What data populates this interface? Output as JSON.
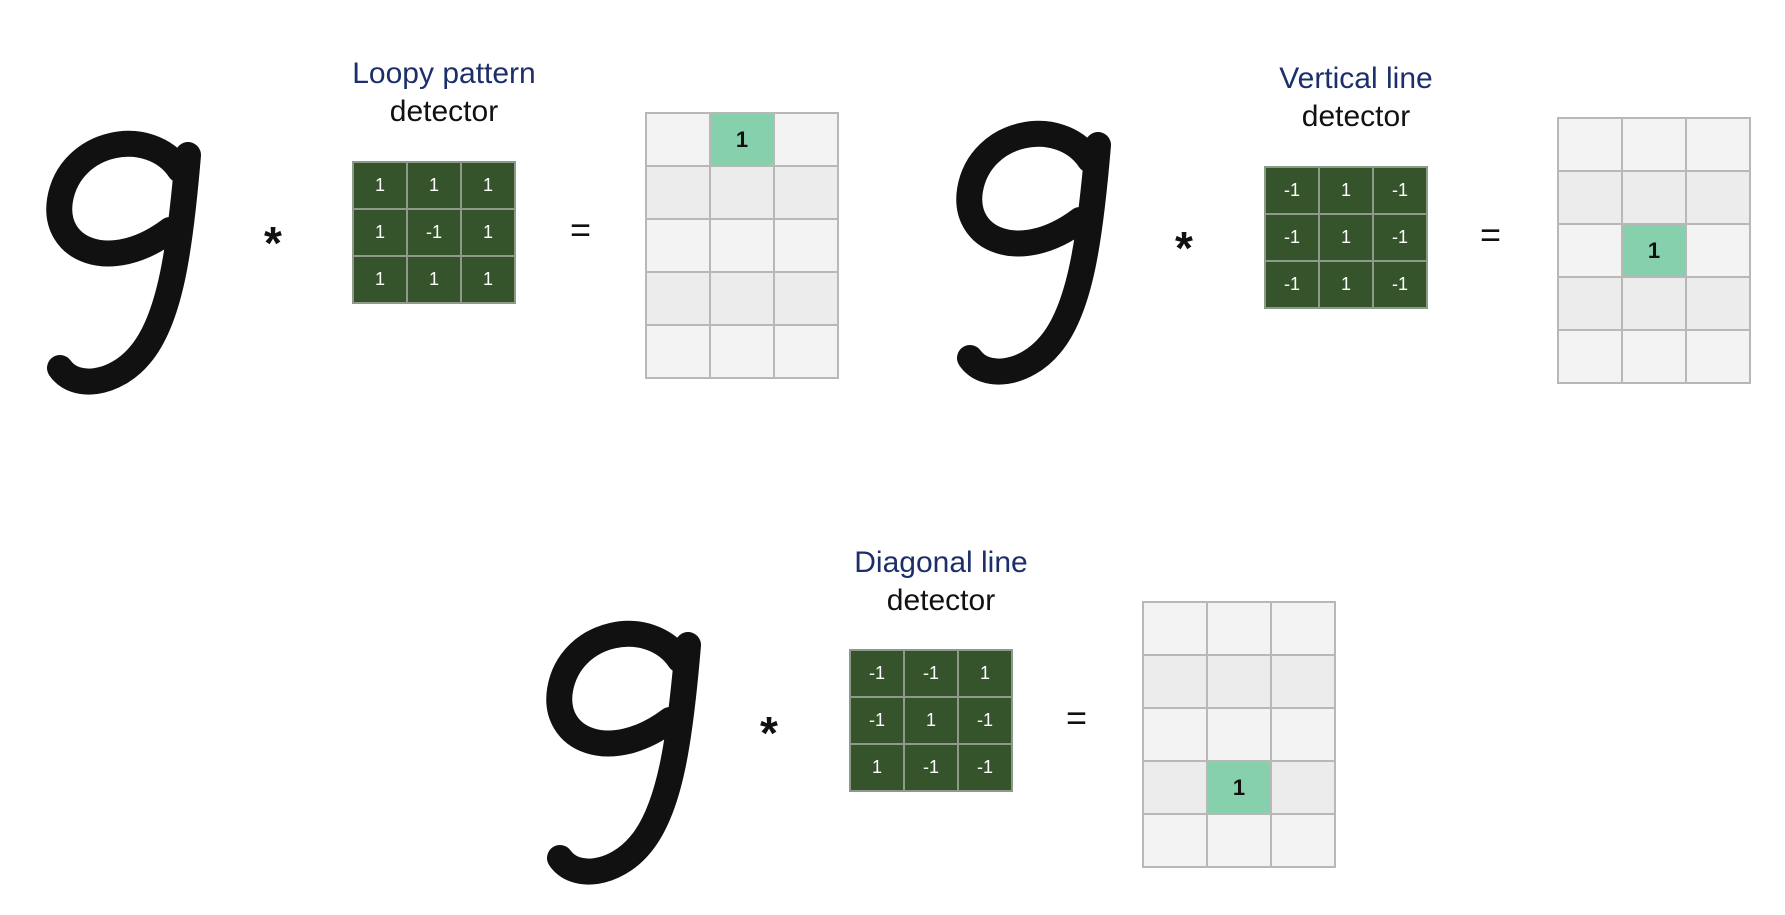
{
  "colors": {
    "kernel_cell": "#36542b",
    "highlight": "#86d0ad",
    "title_accent": "#1c2f6b"
  },
  "panels": [
    {
      "title_line1": "Loopy pattern",
      "title_line2": "detector",
      "operator": "*",
      "equals": "=",
      "kernel": [
        [
          "1",
          "1",
          "1"
        ],
        [
          "1",
          "-1",
          "1"
        ],
        [
          "1",
          "1",
          "1"
        ]
      ],
      "output_value": "1",
      "output_active_row": 0,
      "output_active_col": 1
    },
    {
      "title_line1": "Vertical line",
      "title_line2": "detector",
      "operator": "*",
      "equals": "=",
      "kernel": [
        [
          "-1",
          "1",
          "-1"
        ],
        [
          "-1",
          "1",
          "-1"
        ],
        [
          "-1",
          "1",
          "-1"
        ]
      ],
      "output_value": "1",
      "output_active_row": 2,
      "output_active_col": 1
    },
    {
      "title_line1": "Diagonal line",
      "title_line2": "detector",
      "operator": "*",
      "equals": "=",
      "kernel": [
        [
          "-1",
          "-1",
          "1"
        ],
        [
          "-1",
          "1",
          "-1"
        ],
        [
          "1",
          "-1",
          "-1"
        ]
      ],
      "output_value": "1",
      "output_active_row": 3,
      "output_active_col": 1
    }
  ]
}
